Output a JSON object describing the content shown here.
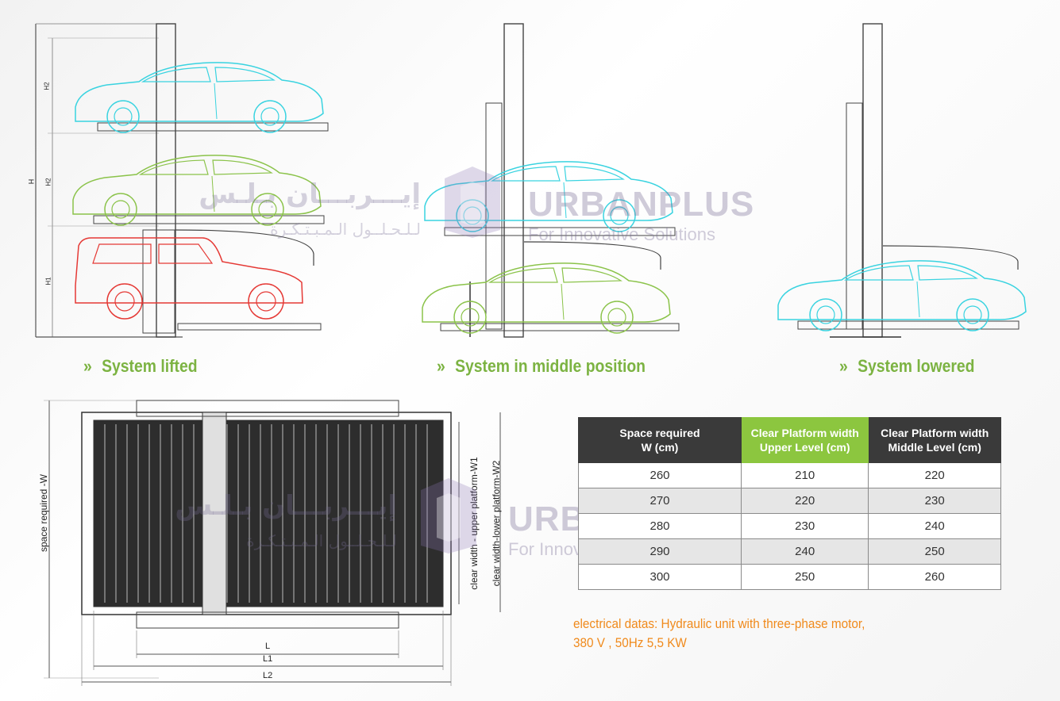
{
  "captions": {
    "lifted": "System lifted",
    "middle": "System in middle position",
    "lowered": "System lowered",
    "chevron": "»"
  },
  "dimensions": {
    "H": "H",
    "H1": "H1",
    "H2": "H2",
    "space_required_w": "space required -W",
    "clear_width_upper": "clear width - upper platform-W1",
    "clear_width_lower": "clear width-lower platform-W2",
    "L": "L",
    "L1": "L1",
    "L2": "L2"
  },
  "watermark": {
    "brand": "URBANPLUS",
    "tagline": "For Innovative Solutions",
    "arabic_brand": "إيـــربـــان بـلـس",
    "arabic_tagline": "لـلـحـلــول الـمـبـتـكـرة"
  },
  "table": {
    "headers": [
      "Space required\nW (cm)",
      "Clear Platform width\nUpper Level (cm)",
      "Clear Platform width\nMiddle Level (cm)"
    ],
    "header_lines": [
      [
        "Space required",
        "W (cm)"
      ],
      [
        "Clear Platform width",
        "Upper Level (cm)"
      ],
      [
        "Clear Platform width",
        "Middle Level (cm)"
      ]
    ],
    "rows": [
      [
        "260",
        "210",
        "220"
      ],
      [
        "270",
        "220",
        "230"
      ],
      [
        "280",
        "230",
        "240"
      ],
      [
        "290",
        "240",
        "250"
      ],
      [
        "300",
        "250",
        "260"
      ]
    ]
  },
  "electrical": {
    "line1": "electrical datas: Hydraulic unit with three-phase motor,",
    "line2": "380 V , 50Hz 5,5 KW"
  },
  "colors": {
    "accent_green": "#7cb342",
    "header_dark": "#3a3a3a",
    "header_green": "#8cc63f",
    "orange_text": "#f08a1c",
    "car_cyan": "#39d3e0",
    "car_green": "#8bc34a",
    "car_red": "#e53935"
  }
}
